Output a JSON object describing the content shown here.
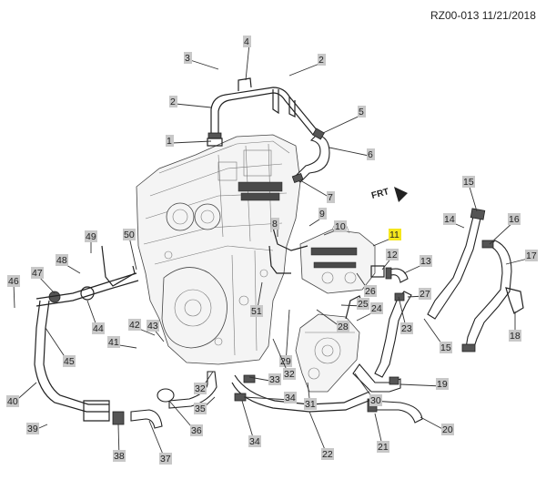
{
  "header": {
    "ref_code": "RZ00-013",
    "date": "11/21/2018"
  },
  "fwd_label": "FRT",
  "callouts": [
    "1",
    "2",
    "3",
    "4",
    "5",
    "6",
    "7",
    "8",
    "9",
    "10",
    "11",
    "12",
    "13",
    "14",
    "15",
    "16",
    "17",
    "18",
    "19",
    "20",
    "21",
    "22",
    "23",
    "24",
    "25",
    "26",
    "27",
    "28",
    "29",
    "30",
    "31",
    "32",
    "33",
    "34",
    "35",
    "36",
    "37",
    "38",
    "39",
    "40",
    "41",
    "42",
    "43",
    "44",
    "45",
    "46",
    "47",
    "48",
    "49",
    "50",
    "51"
  ],
  "colors": {
    "highlight": "#f5e61c",
    "badge": "#c8c8c8",
    "line": "#222222"
  }
}
